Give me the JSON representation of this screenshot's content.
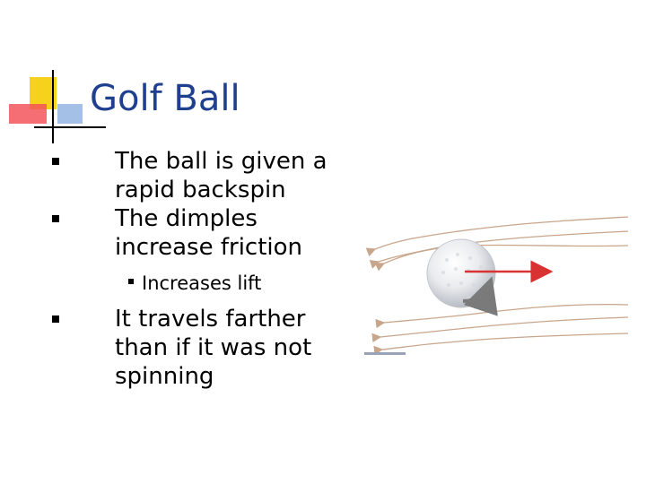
{
  "slide": {
    "title": "Golf Ball",
    "bullets": [
      {
        "text": "The ball is given a rapid backspin",
        "level": 1
      },
      {
        "text": "The dimples increase friction",
        "level": 1
      },
      {
        "text": "Increases lift",
        "level": 2
      },
      {
        "text": "It travels farther than if it was not spinning",
        "level": 1
      }
    ]
  },
  "colors": {
    "title": "#1f3f8f",
    "logo_yellow": "#f7d21d",
    "logo_red": "#f2555a",
    "logo_blue": "#8fb0e0",
    "flow_lines": "#c8a68c",
    "lift_arrow": "#d93232",
    "spin_arrow": "#7a7a7a"
  },
  "icons": {
    "logo": "corner-squares-logo",
    "diagram": "golf-ball-airflow-diagram"
  }
}
